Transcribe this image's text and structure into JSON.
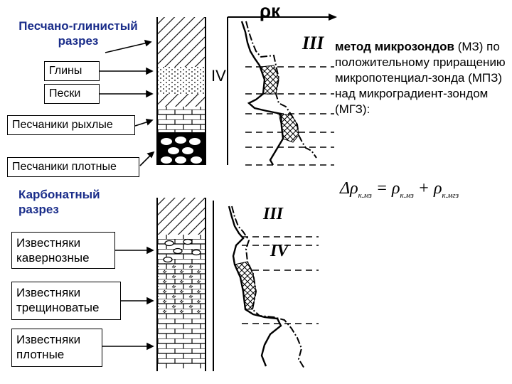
{
  "sandy_clay": {
    "title_line1": "Песчано-глинистый",
    "title_line2": "разрез",
    "labels": [
      "Глины",
      "Пески",
      "Песчаники рыхлые",
      "Песчаники плотные"
    ]
  },
  "carbonate": {
    "title_line1": "Карбонатный",
    "title_line2": "разрез",
    "labels": [
      {
        "line1": "Известняки",
        "line2": "кавернозные"
      },
      {
        "line1": "Известняки",
        "line2": "трещиноватые"
      },
      {
        "line1": "Известняки",
        "line2": "плотные"
      }
    ]
  },
  "axis_label": "ρк",
  "curve_labels": {
    "top_iii": "III",
    "top_iv": "IV",
    "bottom_iii": "III",
    "bottom_iv": "IV"
  },
  "description": {
    "bold_part": "метод микрозондов",
    "rest": "(МЗ) по положительному приращению микропотенциал-зонда (МПЗ) над микроградиент-зондом (МГЗ):"
  },
  "formula": {
    "delta": "Δρ",
    "sub1": "к.мз",
    "equals": " = ρ",
    "sub2": "к.мз",
    "plus": " + ρ",
    "sub3": "к.мгз"
  }
}
